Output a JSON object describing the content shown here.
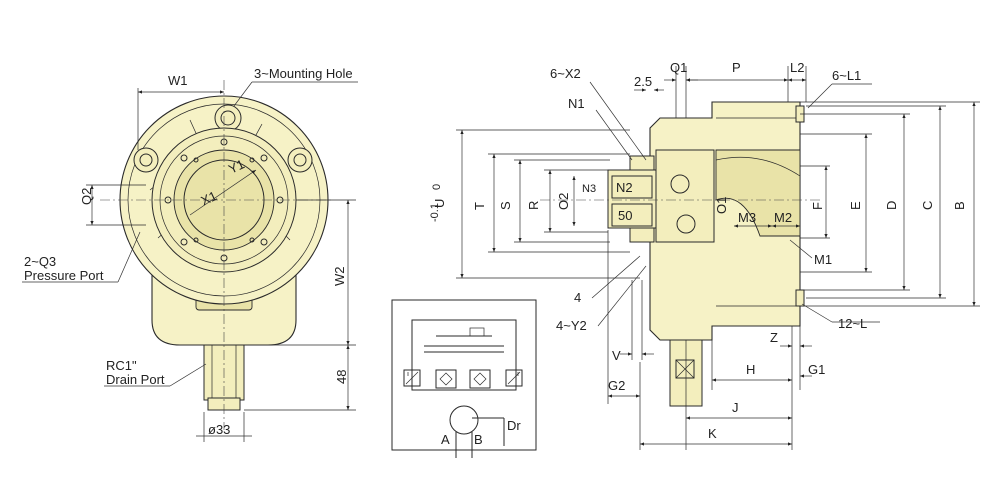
{
  "front_view": {
    "w1": "W1",
    "mounting_hole": "3~Mounting Hole",
    "q2": "Q2",
    "x1": "X1",
    "y1": "Y1",
    "pressure_port_count": "2~Q3",
    "pressure_port": "Pressure Port",
    "w2": "W2",
    "drain_size": "RC1\"",
    "drain_port": "Drain Port",
    "dim_48": "48",
    "dia_33": "ø33"
  },
  "side_view": {
    "x2": "6~X2",
    "dim_2_5": "2.5",
    "q1": "Q1",
    "p": "P",
    "l2": "L2",
    "l1": "6~L1",
    "n1": "N1",
    "n2": "N2",
    "n3": "N3",
    "dim_50": "50",
    "u_base": "U",
    "u_tol_upper": "0",
    "u_tol_lower": "-0.1",
    "t": "T",
    "s": "S",
    "r": "R",
    "o2": "O2",
    "o1": "O1",
    "m3": "M3",
    "m2": "M2",
    "m1": "M1",
    "f": "F",
    "e": "E",
    "d": "D",
    "c": "C",
    "b": "B",
    "dim_4": "4",
    "y2": "4~Y2",
    "v": "V",
    "g2": "G2",
    "h": "H",
    "g1": "G1",
    "z": "Z",
    "l12": "12~L",
    "j": "J",
    "k": "K"
  },
  "circuit": {
    "port_a": "A",
    "port_b": "B",
    "port_dr": "Dr"
  }
}
